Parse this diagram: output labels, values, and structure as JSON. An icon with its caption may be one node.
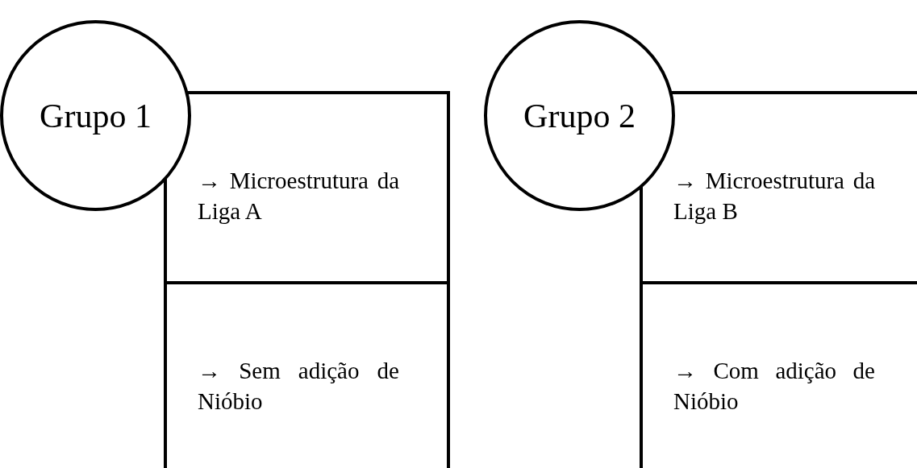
{
  "diagram": {
    "nodes": [
      {
        "text": [
          "Grupo 1"
        ]
      },
      {
        "text": [
          "→ Microestrutura da Liga A"
        ]
      },
      {
        "text": [
          "→ Sem adição de Nióbio"
        ]
      },
      {
        "text": [
          "Grupo 2"
        ]
      },
      {
        "text": [
          "→ Microestrutura da Liga B"
        ]
      },
      {
        "text": [
          "→ Com adição de Nióbio"
        ]
      }
    ]
  }
}
